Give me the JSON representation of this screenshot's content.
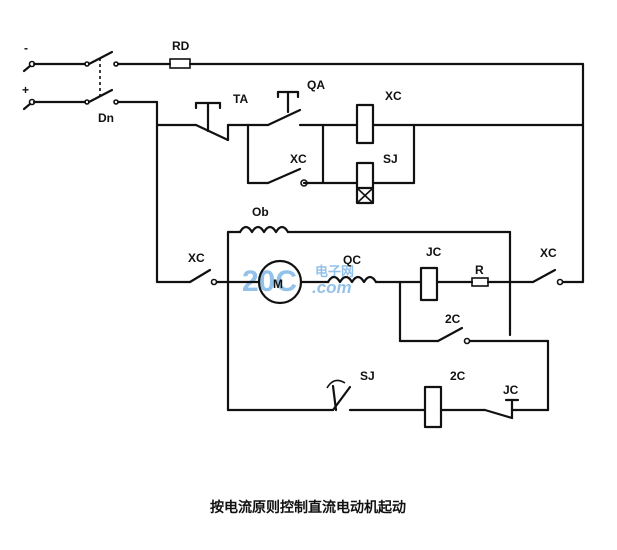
{
  "labels": {
    "minus": "-",
    "plus": "+",
    "dn": "Dn",
    "rd": "RD",
    "ta": "TA",
    "qa": "QA",
    "xc_coil": "XC",
    "xc_hold": "XC",
    "sj_coil": "SJ",
    "ob": "Ob",
    "xc_main_left": "XC",
    "xc_main_right": "XC",
    "motor": "M",
    "qc": "QC",
    "jc_coil": "JC",
    "r": "R",
    "c2_contact": "2C",
    "sj_contact": "SJ",
    "c2_coil": "2C",
    "jc_contact": "JC"
  },
  "watermark": {
    "brand": "20C",
    "cn": "电子网",
    "dotcom": ".com",
    "color": "#3a8fd8"
  },
  "caption": "按电流原则控制直流电动机起动"
}
